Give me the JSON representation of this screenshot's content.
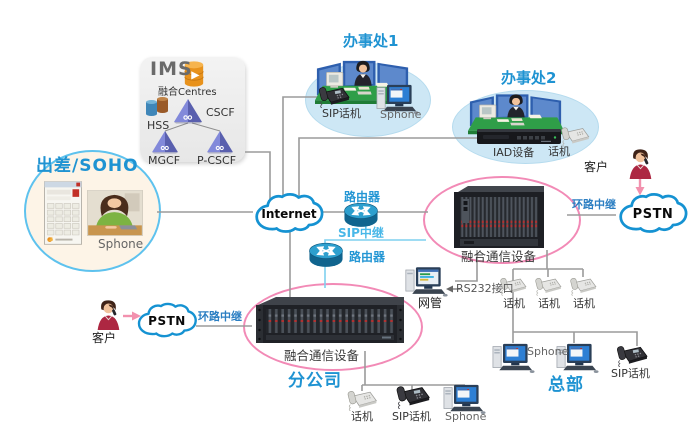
{
  "diagram": {
    "ims": {
      "title": "IMS",
      "core_label": "融合Centres",
      "hss_label": "HSS",
      "cscf_label": "CSCF",
      "mgcf_label": "MGCF",
      "pcscf_label": "P-CSCF"
    },
    "soho": {
      "title": "出差/SOHO",
      "sphone_label": "Sphone"
    },
    "office1": {
      "title": "办事处1",
      "sip_phone_label": "SIP话机",
      "sphone_label": "Sphone"
    },
    "office2": {
      "title": "办事处2",
      "iad_label": "IAD设备",
      "phone_label": "话机"
    },
    "internet": {
      "label": "Internet"
    },
    "routers": {
      "top_label": "路由器",
      "bottom_label": "路由器"
    },
    "trunks": {
      "sip_label": "SIP中继",
      "loop_right_label": "环路中继",
      "loop_left_label": "环路中继"
    },
    "hq_node": {
      "equipment_label": "融合通信设备",
      "nms_label": "网管",
      "rs232_label": "RS232接口",
      "phone_labels": [
        "话机",
        "话机",
        "话机"
      ]
    },
    "hq": {
      "title": "总部",
      "sphone_label": "Sphone",
      "sip_phone_label": "SIP话机"
    },
    "branch_node": {
      "equipment_label": "融合通信设备"
    },
    "branch": {
      "title": "分公司",
      "phone_label": "话机",
      "sip_phone_label": "SIP话机",
      "sphone_label": "Sphone"
    },
    "pstn_left": {
      "label": "PSTN",
      "customer_label": "客户"
    },
    "pstn_right": {
      "label": "PSTN",
      "customer_label": "客户"
    }
  },
  "colors": {
    "title_blue": "#1f93d2",
    "router_blue": "#2496d4",
    "sip_trunk_blue": "#49b8e8",
    "loop_trunk_blue": "#2b7ec2",
    "pink_ellipse": "#f28ab6",
    "office_ellipse": "#cde7f5",
    "soho_fill": "#fdf4e7",
    "cloud_border": "#1592d2",
    "line_gray": "#9b9b9b"
  }
}
